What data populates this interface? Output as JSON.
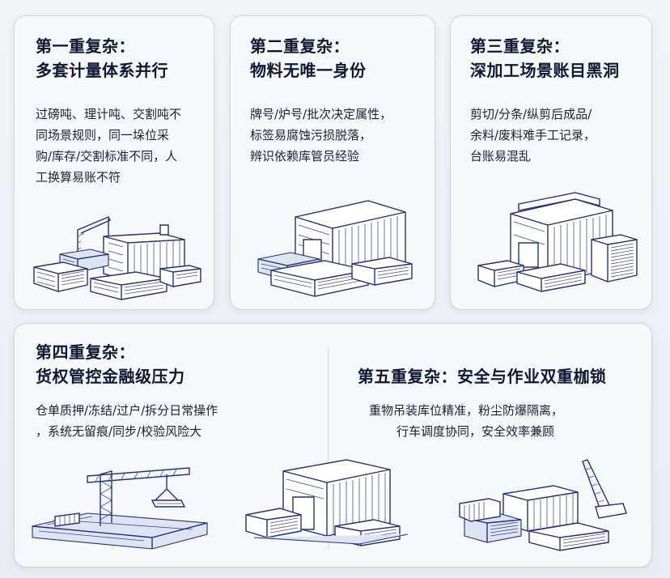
{
  "cards": [
    {
      "title_line1": "第一重复杂：",
      "title_line2": "多套计量体系并行",
      "desc": [
        "过磅吨、理计吨、交割吨不",
        "同场景规则，同一垛位采",
        "购/库存/交割标准不同，人",
        "工换算易账不符"
      ],
      "illustration": "steel-yard-crane-icon"
    },
    {
      "title_line1": "第二重复杂：",
      "title_line2": "物料无唯一身份",
      "desc": [
        "牌号/炉号/批次决定属性，",
        "标签易腐蚀污损脱落，",
        "辨识依赖库管员经验"
      ],
      "illustration": "warehouse-coils-icon"
    },
    {
      "title_line1": "第三重复杂：",
      "title_line2": "深加工场景账目黑洞",
      "desc": [
        "剪切/分条/纵剪后成品/",
        "余料/废料难手工记录，",
        "台账易混乱"
      ],
      "illustration": "processing-plant-icon"
    },
    {
      "title_line1": "第四重复杂：",
      "title_line2": "货权管控金融级压力",
      "desc": [
        "仓单质押/冻结/过户/拆分日常操作",
        "，系统无留痕/同步/校验风险大"
      ],
      "illustration": "gantry-crane-icon"
    },
    {
      "title_line1": "第五重复杂：安全与作业双重枷锁",
      "desc": [
        "重物吊装库位精准，粉尘防爆隔离，",
        "行车调度协同，安全效率兼顾"
      ],
      "illustration": "crane-yard-icon"
    }
  ]
}
